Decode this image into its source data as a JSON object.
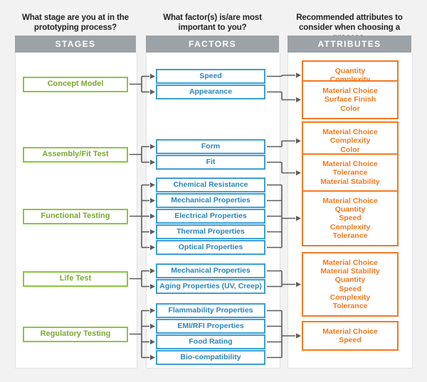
{
  "columns": [
    {
      "key": "stages",
      "question": "What stage are you at in the\nprototyping process?",
      "header": "STAGES"
    },
    {
      "key": "factors",
      "question": "What factor(s) is/are most\nimportant to you?",
      "header": "FACTORS"
    },
    {
      "key": "attributes",
      "question": "Recommended attributes to\nconsider when choosing a process.",
      "header": "ATTRIBUTES"
    }
  ],
  "colors": {
    "stage_border": "#8cc63f",
    "stage_text": "#7aa832",
    "factor_border": "#3b9fd4",
    "factor_text": "#2a86bd",
    "attribute_border": "#f37920",
    "attribute_text": "#f37920",
    "header_bar": "#9da2a6",
    "page_background": "#f2f2f2",
    "connector": "#5c5c5c"
  },
  "groups": [
    {
      "stage": "Concept Model",
      "factors": [
        "Speed",
        "Appearance"
      ],
      "attributes": [
        [
          "Quantity",
          "Complexity"
        ],
        [
          "Material Choice",
          "Surface Finish",
          "Color"
        ]
      ]
    },
    {
      "stage": "Assembly/Fit Test",
      "factors": [
        "Form",
        "Fit"
      ],
      "attributes": [
        [
          "Material Choice",
          "Complexity",
          "Color"
        ],
        [
          "Material Choice",
          "Tolerance",
          "Material Stability"
        ]
      ]
    },
    {
      "stage": "Functional Testing",
      "factors": [
        "Chemical Resistance",
        "Mechanical Properties",
        "Electrical Properties",
        "Thermal Properties",
        "Optical Properties"
      ],
      "attributes": [
        [
          "Material Choice",
          "Quantity",
          "Speed",
          "Complexity",
          "Tolerance"
        ]
      ]
    },
    {
      "stage": "Life Test",
      "factors": [
        "Mechanical Properties",
        "Aging Properties (UV, Creep)"
      ],
      "attributes": [
        [
          "Material Choice",
          "Material Stability",
          "Quantity",
          "Speed",
          "Complexity",
          "Tolerance"
        ]
      ]
    },
    {
      "stage": "Regulatory Testing",
      "factors": [
        "Flammability Properties",
        "EMI/RFI Properties",
        "Food Rating",
        "Bio-compatibility"
      ],
      "attributes": [
        [
          "Material Choice",
          "Speed"
        ]
      ]
    }
  ]
}
